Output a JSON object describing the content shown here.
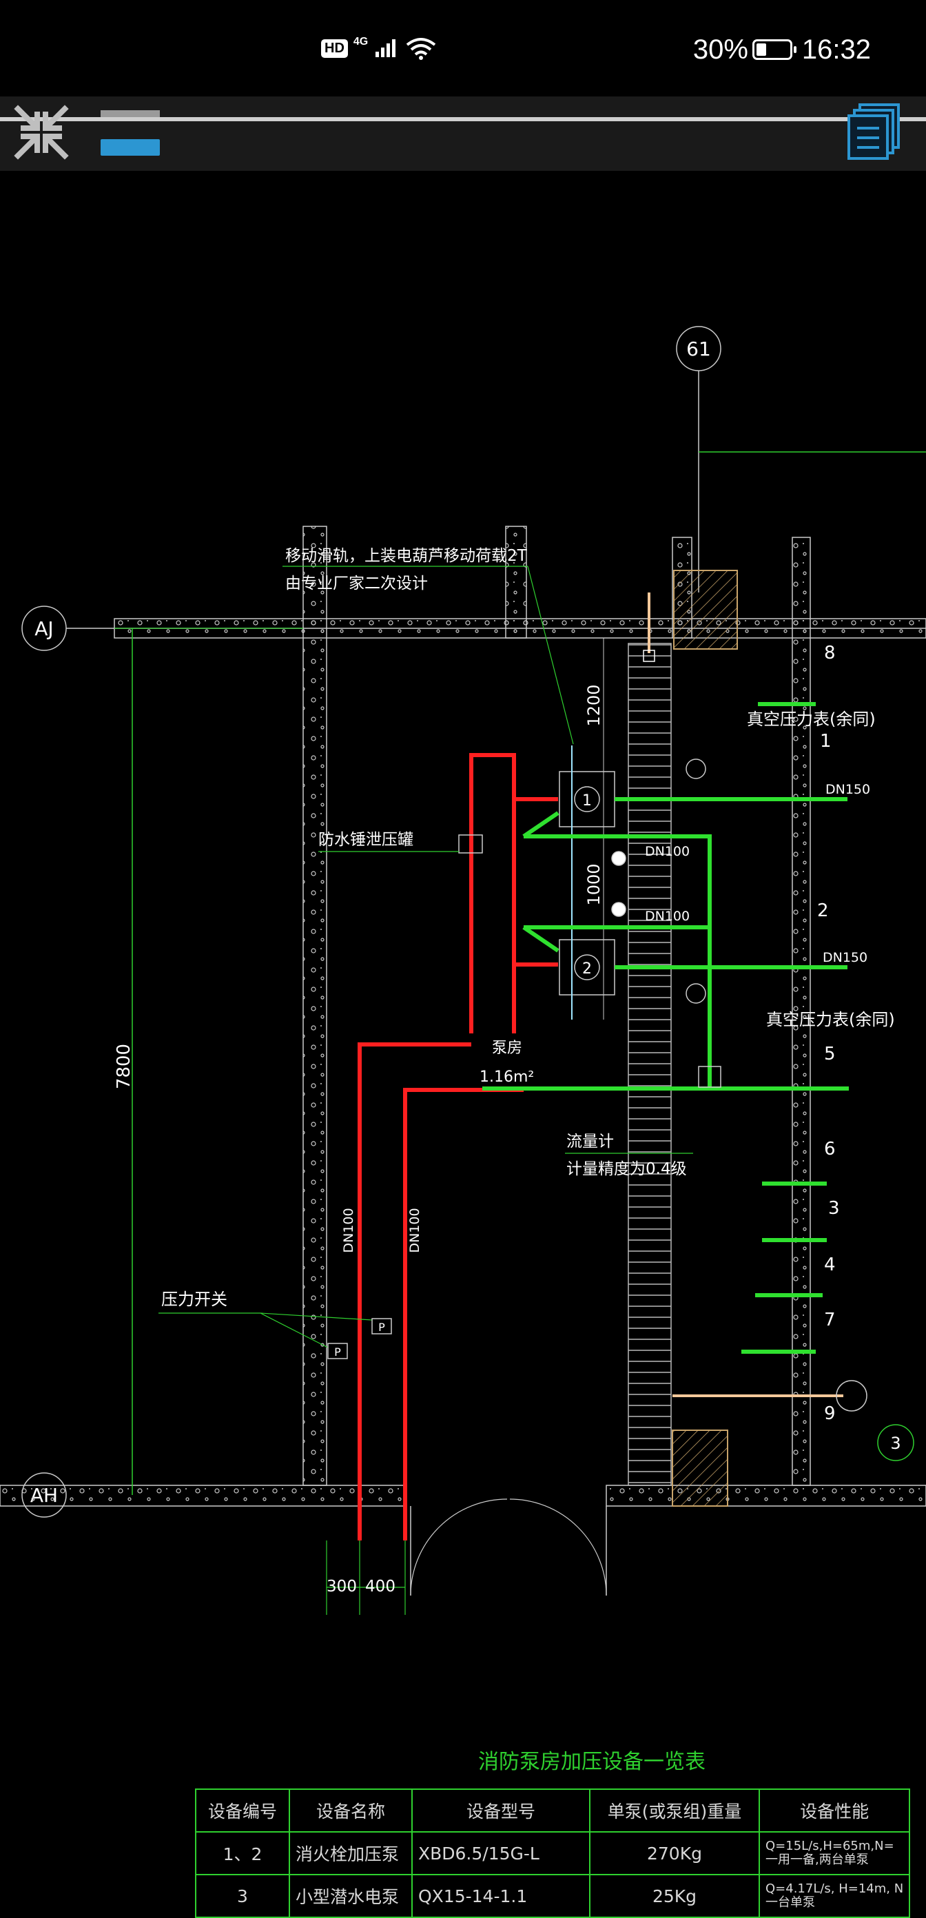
{
  "status_bar": {
    "hd": "HD",
    "network": "4G",
    "battery_percent": "30%",
    "battery_level": 0.3,
    "time": "16:32"
  },
  "toolbar": {
    "shrink_icon": "collapse-arrows-icon",
    "layers_icon": "layers-icon",
    "active_tab_color": "#2c96d2"
  },
  "drawing": {
    "axis_61": "61",
    "axis_aj": "AJ",
    "axis_ah": "AH",
    "callout_3": "3",
    "note_rail_line1": "移动滑轨，上装电葫芦移动荷载2T",
    "note_rail_line2": "由专业厂家二次设计",
    "dim_1200": "1200",
    "dim_1000": "1000",
    "dim_7800": "7800",
    "dim_300": "300",
    "dim_400": "400",
    "label_surge_tank": "防水锤泄压罐",
    "label_vacuum_gauge_1": "真空压力表(余同)",
    "label_vacuum_gauge_2": "真空压力表(余同)",
    "label_pump_1": "1",
    "label_pump_2": "2",
    "label_dn150_a": "DN150",
    "label_dn150_b": "DN150",
    "label_dn100_a": "DN100",
    "label_dn100_b": "DN100",
    "label_dn100_v1": "DN100",
    "label_dn100_v2": "DN100",
    "label_flowmeter_1": "流量计",
    "label_flowmeter_2": "计量精度为0.4级",
    "label_pressure_switch": "压力开关",
    "label_pump_base": "泵房",
    "label_area": "1.16m²",
    "label_p": "P",
    "num_1": "1",
    "num_2": "2",
    "num_3": "3",
    "num_4": "4",
    "num_5": "5",
    "num_6": "6",
    "num_7": "7",
    "num_8": "8",
    "num_9": "9"
  },
  "table": {
    "title": "消防泵房加压设备一览表",
    "headers": [
      "设备编号",
      "设备名称",
      "设备型号",
      "单泵(或泵组)重量",
      "设备性能"
    ],
    "rows": [
      [
        "1、2",
        "消火栓加压泵",
        "XBD6.5/15G-L",
        "270Kg",
        "Q=15L/s,H=65m,N=",
        "一用一备,两台单泵"
      ],
      [
        "3",
        "小型潜水电泵",
        "QX15-14-1.1",
        "25Kg",
        "Q=4.17L/s, H=14m, N",
        "一台单泵"
      ]
    ]
  }
}
